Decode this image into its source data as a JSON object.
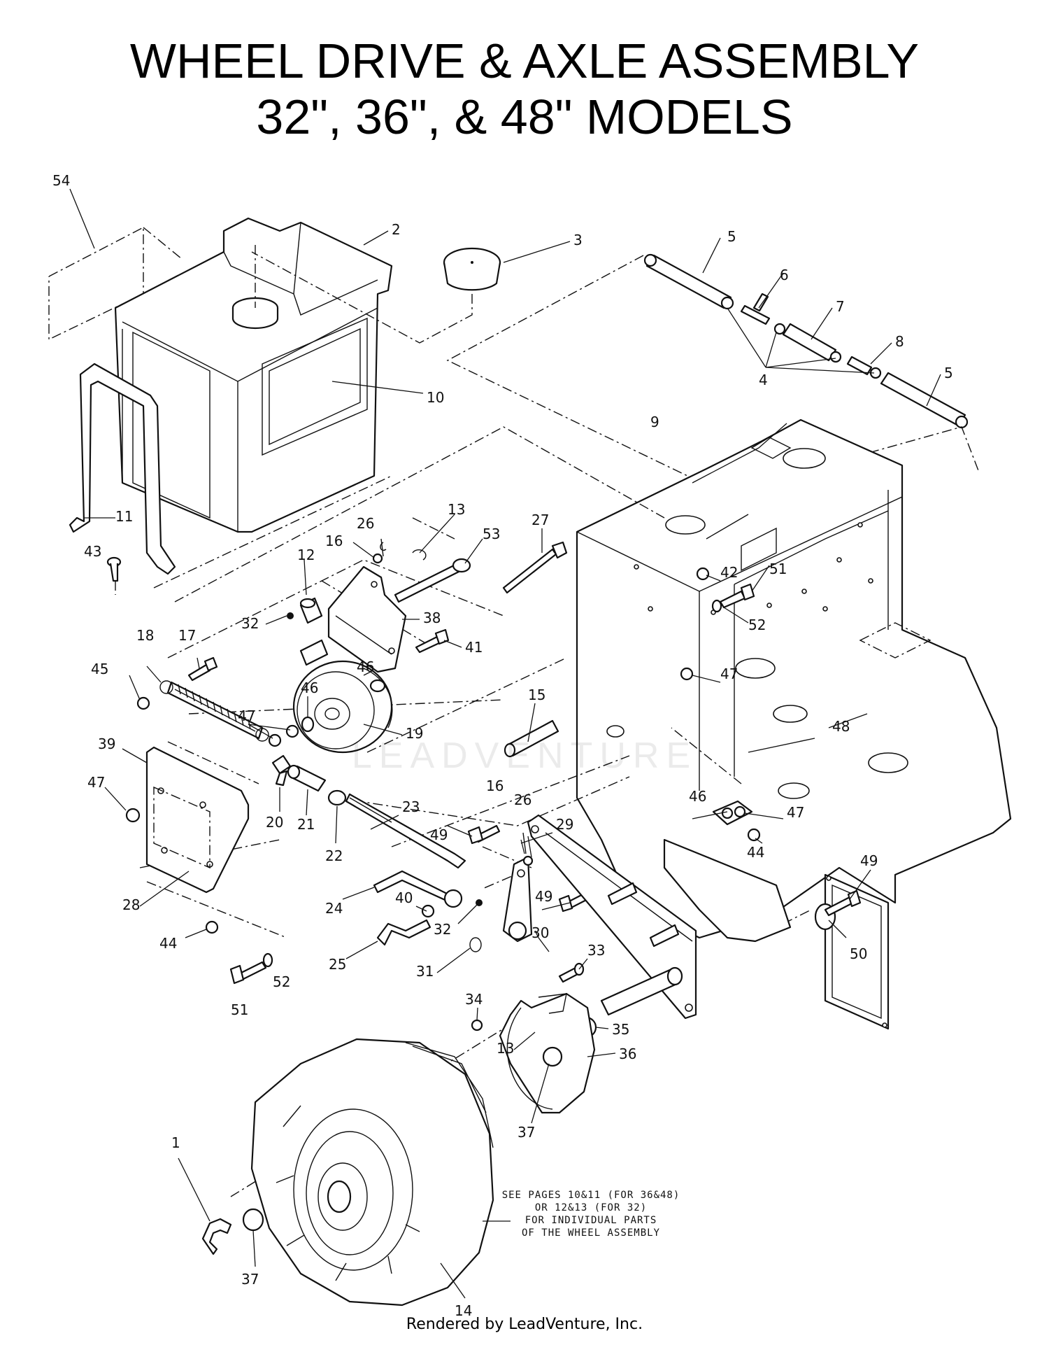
{
  "title": {
    "line1": "WHEEL DRIVE & AXLE ASSEMBLY",
    "line2": "32\", 36\", & 48\" MODELS"
  },
  "note": {
    "line1": "SEE PAGES 10&11 (FOR 36&48)",
    "line2": "OR 12&13 (FOR 32)",
    "line3": "FOR INDIVIDUAL PARTS",
    "line4": "OF THE WHEEL ASSEMBLY"
  },
  "watermark": "LEADVENTURE",
  "footer": "Rendered by LeadVenture, Inc.",
  "labels": {
    "n1": "1",
    "n2": "2",
    "n3": "3",
    "n4": "4",
    "n5a": "5",
    "n5b": "5",
    "n6": "6",
    "n7": "7",
    "n8": "8",
    "n9": "9",
    "n10": "10",
    "n11": "11",
    "n12": "12",
    "n13a": "13",
    "n13b": "13",
    "n14": "14",
    "n15": "15",
    "n16a": "16",
    "n16b": "16",
    "n17": "17",
    "n18": "18",
    "n19": "19",
    "n20": "20",
    "n21": "21",
    "n22": "22",
    "n23": "23",
    "n24": "24",
    "n25": "25",
    "n26a": "26",
    "n26b": "26",
    "n27": "27",
    "n28": "28",
    "n29": "29",
    "n30": "30",
    "n31": "31",
    "n32a": "32",
    "n32b": "32",
    "n33": "33",
    "n34": "34",
    "n35": "35",
    "n36": "36",
    "n37a": "37",
    "n37b": "37",
    "n38": "38",
    "n39": "39",
    "n40": "40",
    "n41": "41",
    "n42": "42",
    "n43": "43",
    "n44a": "44",
    "n44b": "44",
    "n45": "45",
    "n46a": "46",
    "n46b": "46",
    "n46c": "46",
    "n47a": "47",
    "n47b": "47",
    "n47c": "47",
    "n47d": "47",
    "n48": "48",
    "n49a": "49",
    "n49b": "49",
    "n49c": "49",
    "n50": "50",
    "n51a": "51",
    "n51b": "51",
    "n52a": "52",
    "n52b": "52",
    "n53": "53",
    "n54": "54"
  }
}
